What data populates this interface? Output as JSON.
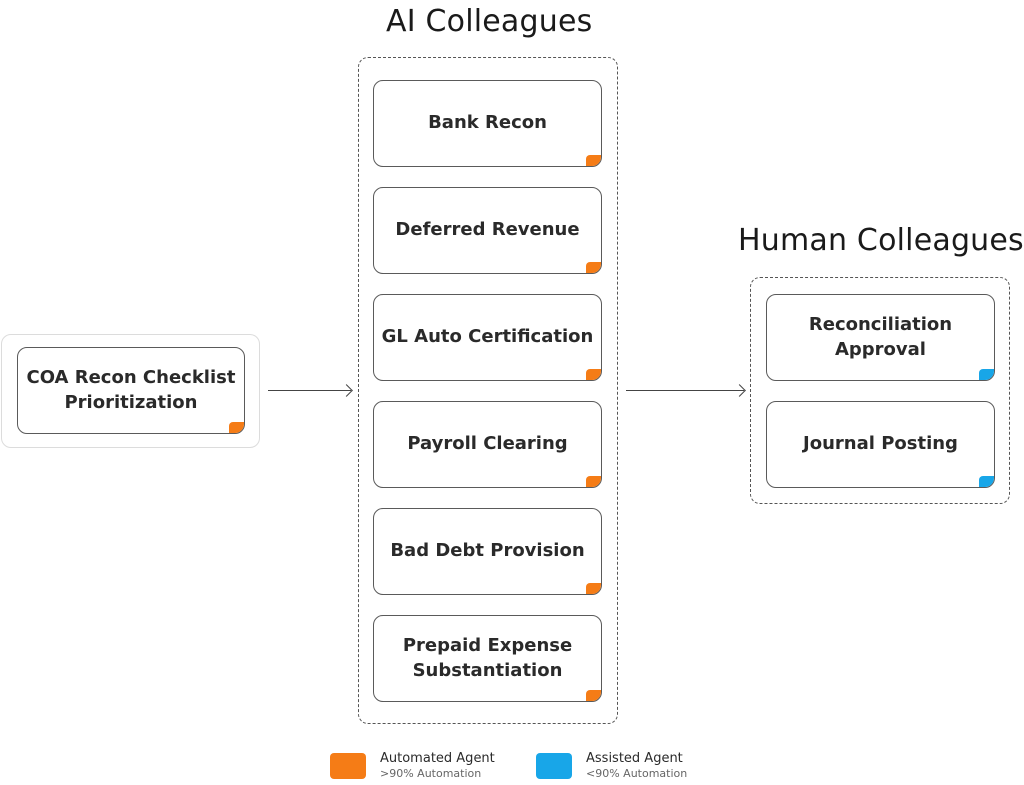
{
  "colors": {
    "automated": "#f57c16",
    "assisted": "#18a6e8"
  },
  "headings": {
    "ai": "AI Colleagues",
    "human": "Human Colleagues"
  },
  "source": {
    "label": "COA Recon Checklist\nPrioritization",
    "agent_type": "automated"
  },
  "ai_colleagues": [
    {
      "label": "Bank Recon",
      "agent_type": "automated"
    },
    {
      "label": "Deferred Revenue",
      "agent_type": "automated"
    },
    {
      "label": "GL Auto Certification",
      "agent_type": "automated"
    },
    {
      "label": "Payroll Clearing",
      "agent_type": "automated"
    },
    {
      "label": "Bad Debt Provision",
      "agent_type": "automated"
    },
    {
      "label": "Prepaid Expense\nSubstantiation",
      "agent_type": "automated"
    }
  ],
  "human_colleagues": [
    {
      "label": "Reconciliation\nApproval",
      "agent_type": "assisted"
    },
    {
      "label": "Journal Posting",
      "agent_type": "assisted"
    }
  ],
  "legend": {
    "automated": {
      "title": "Automated Agent",
      "subtitle": ">90% Automation"
    },
    "assisted": {
      "title": "Assisted Agent",
      "subtitle": "<90% Automation"
    }
  }
}
